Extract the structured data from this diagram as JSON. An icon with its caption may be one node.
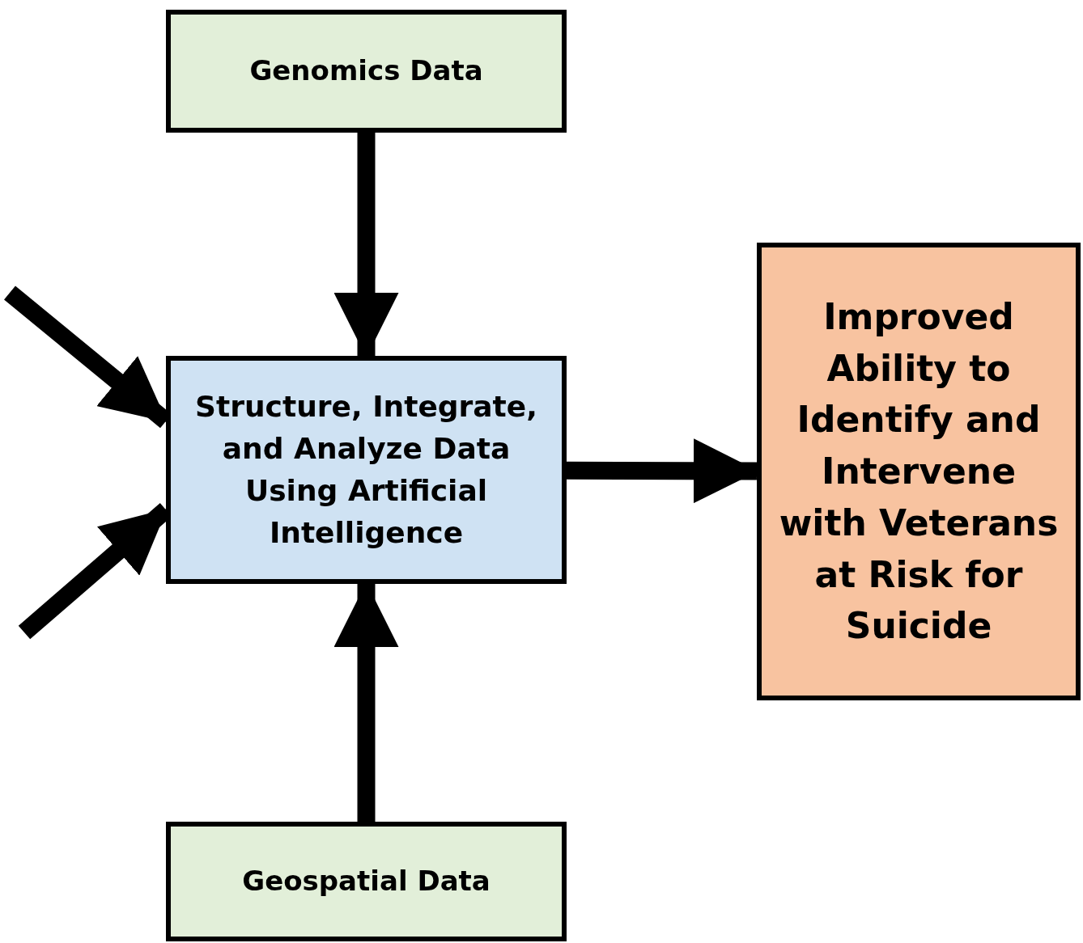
{
  "diagram": {
    "nodes": [
      {
        "text": [
          "Genomics Data"
        ]
      },
      {
        "text": [
          "Structure, Integrate, and Analyze Data Using Artificial Intelligence"
        ]
      },
      {
        "text": [
          "Improved Ability to Identify and Intervene with Veterans at Risk for Suicide"
        ]
      },
      {
        "text": [
          "Geospatial Data"
        ]
      }
    ],
    "edges": [
      {
        "from": 0,
        "to": 1,
        "arrow": "to"
      },
      {
        "from": null,
        "to": 1,
        "arrow": "to"
      },
      {
        "from": null,
        "to": 1,
        "arrow": "to"
      },
      {
        "from": 3,
        "to": 1,
        "arrow": "to"
      },
      {
        "from": 1,
        "to": 2,
        "arrow": "to"
      }
    ]
  }
}
